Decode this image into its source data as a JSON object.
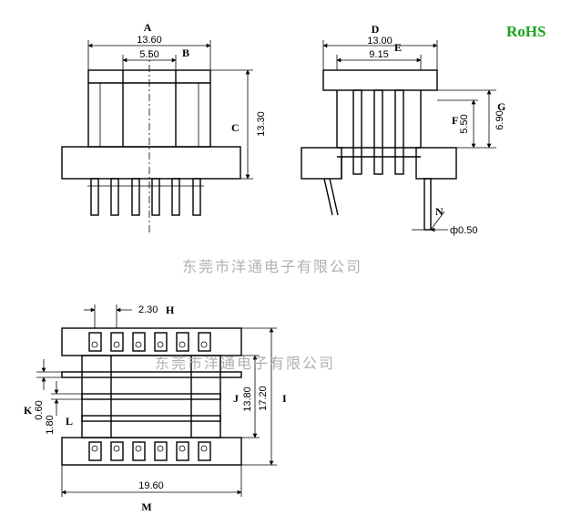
{
  "badge": {
    "rohs": "RoHS"
  },
  "watermark": {
    "company": "东莞市洋通电子有限公司"
  },
  "front_view": {
    "dim_a": {
      "letter": "A",
      "value": "13.60"
    },
    "dim_b": {
      "letter": "B",
      "value": "5.50"
    },
    "dim_c": {
      "letter": "C",
      "value": "13.30"
    }
  },
  "side_view": {
    "dim_d": {
      "letter": "D",
      "value": "13.00"
    },
    "dim_e": {
      "letter": "E",
      "value": "9.15"
    },
    "dim_f": {
      "letter": "F",
      "value": "5.50"
    },
    "dim_g": {
      "letter": "G",
      "value": "6.90"
    },
    "dim_n": {
      "letter": "N",
      "value": "ф0.50"
    }
  },
  "top_view": {
    "dim_h": {
      "letter": "H",
      "value": "2.30"
    },
    "dim_i": {
      "letter": "I",
      "value": "17.20"
    },
    "dim_j": {
      "letter": "J",
      "value": "13.80"
    },
    "dim_k": {
      "letter": "K",
      "value": "0.60"
    },
    "dim_l": {
      "letter": "L",
      "value": "1.80"
    },
    "dim_m": {
      "letter": "M",
      "value": "19.60"
    }
  }
}
